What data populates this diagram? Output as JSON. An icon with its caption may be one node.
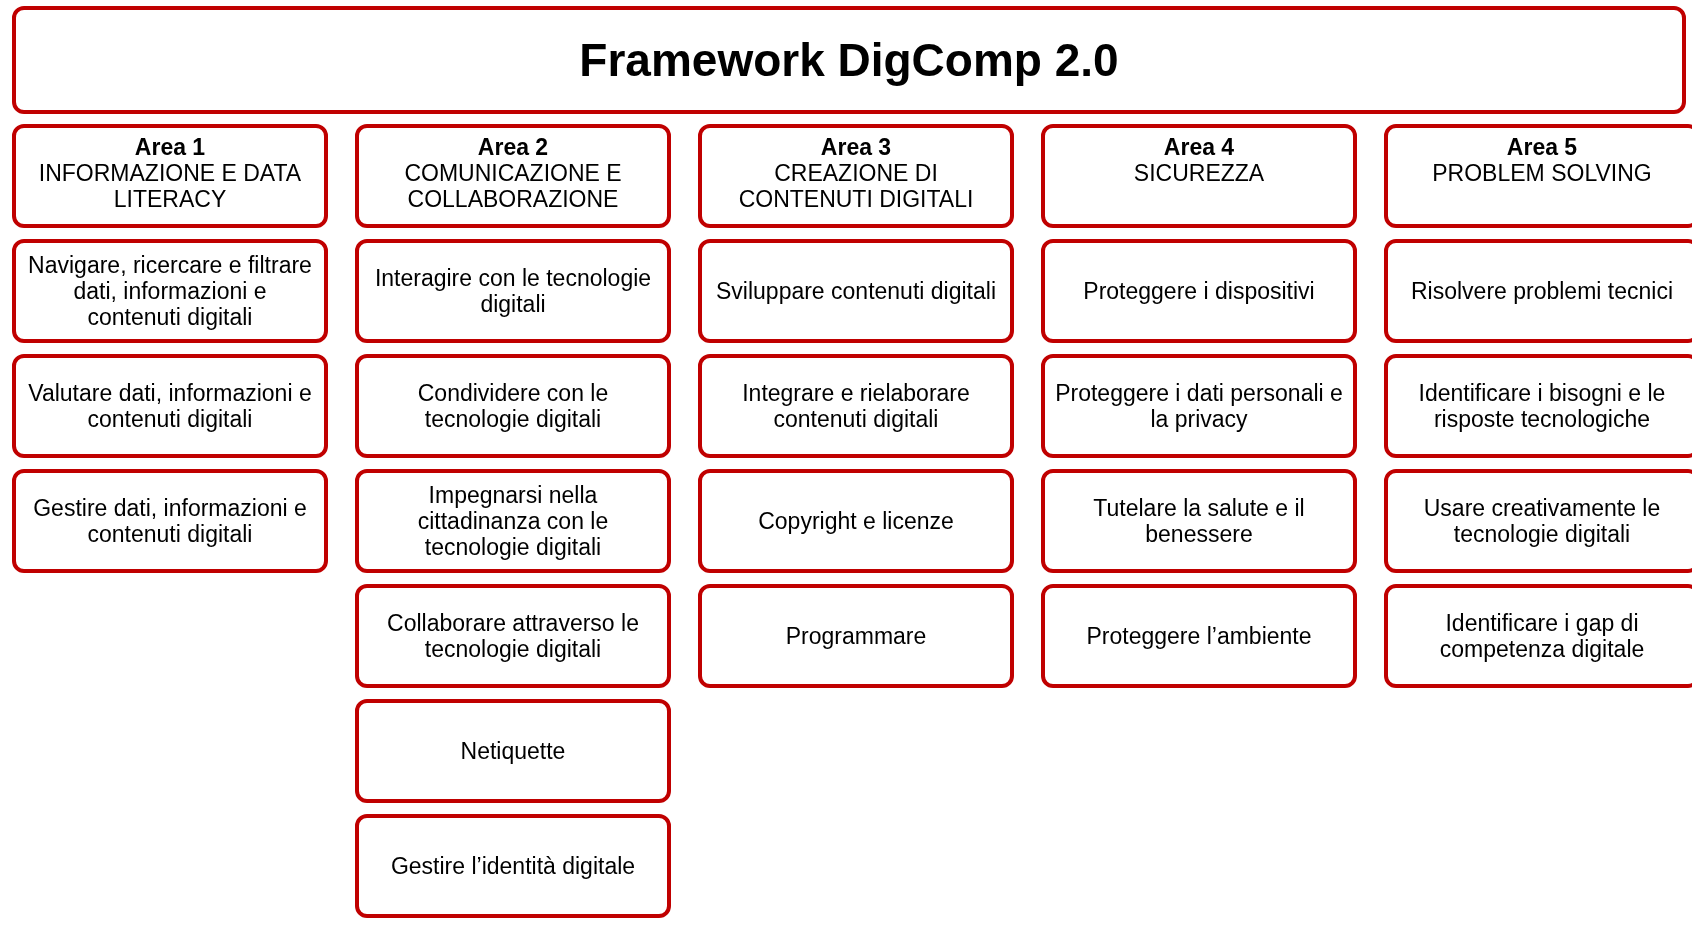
{
  "diagram": {
    "title": "Framework DigComp 2.0",
    "nodes": [
      {
        "text": [
          "Area 1",
          "INFORMAZIONE E DATA LITERACY"
        ]
      },
      {
        "text": [
          "Navigare, ricercare e filtrare dati, informazioni e contenuti digitali"
        ]
      },
      {
        "text": [
          "Valutare dati, informazioni e contenuti digitali"
        ]
      },
      {
        "text": [
          "Gestire dati, informazioni e contenuti digitali"
        ]
      },
      {
        "text": [
          "Area 2",
          "COMUNICAZIONE E COLLABORAZIONE"
        ]
      },
      {
        "text": [
          "Interagire con le tecnologie digitali"
        ]
      },
      {
        "text": [
          "Condividere con le tecnologie digitali"
        ]
      },
      {
        "text": [
          "Impegnarsi nella cittadinanza con le tecnologie digitali"
        ]
      },
      {
        "text": [
          "Collaborare attraverso le tecnologie digitali"
        ]
      },
      {
        "text": [
          "Netiquette"
        ]
      },
      {
        "text": [
          "Gestire l’identità digitale"
        ]
      },
      {
        "text": [
          "Area 3",
          "CREAZIONE DI CONTENUTI DIGITALI"
        ]
      },
      {
        "text": [
          "Sviluppare contenuti digitali"
        ]
      },
      {
        "text": [
          "Integrare e rielaborare contenuti digitali"
        ]
      },
      {
        "text": [
          "Copyright e licenze"
        ]
      },
      {
        "text": [
          "Programmare"
        ]
      },
      {
        "text": [
          "Area 4",
          "SICUREZZA"
        ]
      },
      {
        "text": [
          "Proteggere i dispositivi"
        ]
      },
      {
        "text": [
          "Proteggere i dati personali e la privacy"
        ]
      },
      {
        "text": [
          "Tutelare la salute e il benessere"
        ]
      },
      {
        "text": [
          "Proteggere l’ambiente"
        ]
      },
      {
        "text": [
          "Area 5",
          "PROBLEM SOLVING"
        ]
      },
      {
        "text": [
          "Risolvere problemi tecnici"
        ]
      },
      {
        "text": [
          "Identificare i bisogni e le risposte tecnologiche"
        ]
      },
      {
        "text": [
          "Usare creativamente le tecnologie digitali"
        ]
      },
      {
        "text": [
          "Identificare i gap di competenza digitale"
        ]
      }
    ]
  }
}
